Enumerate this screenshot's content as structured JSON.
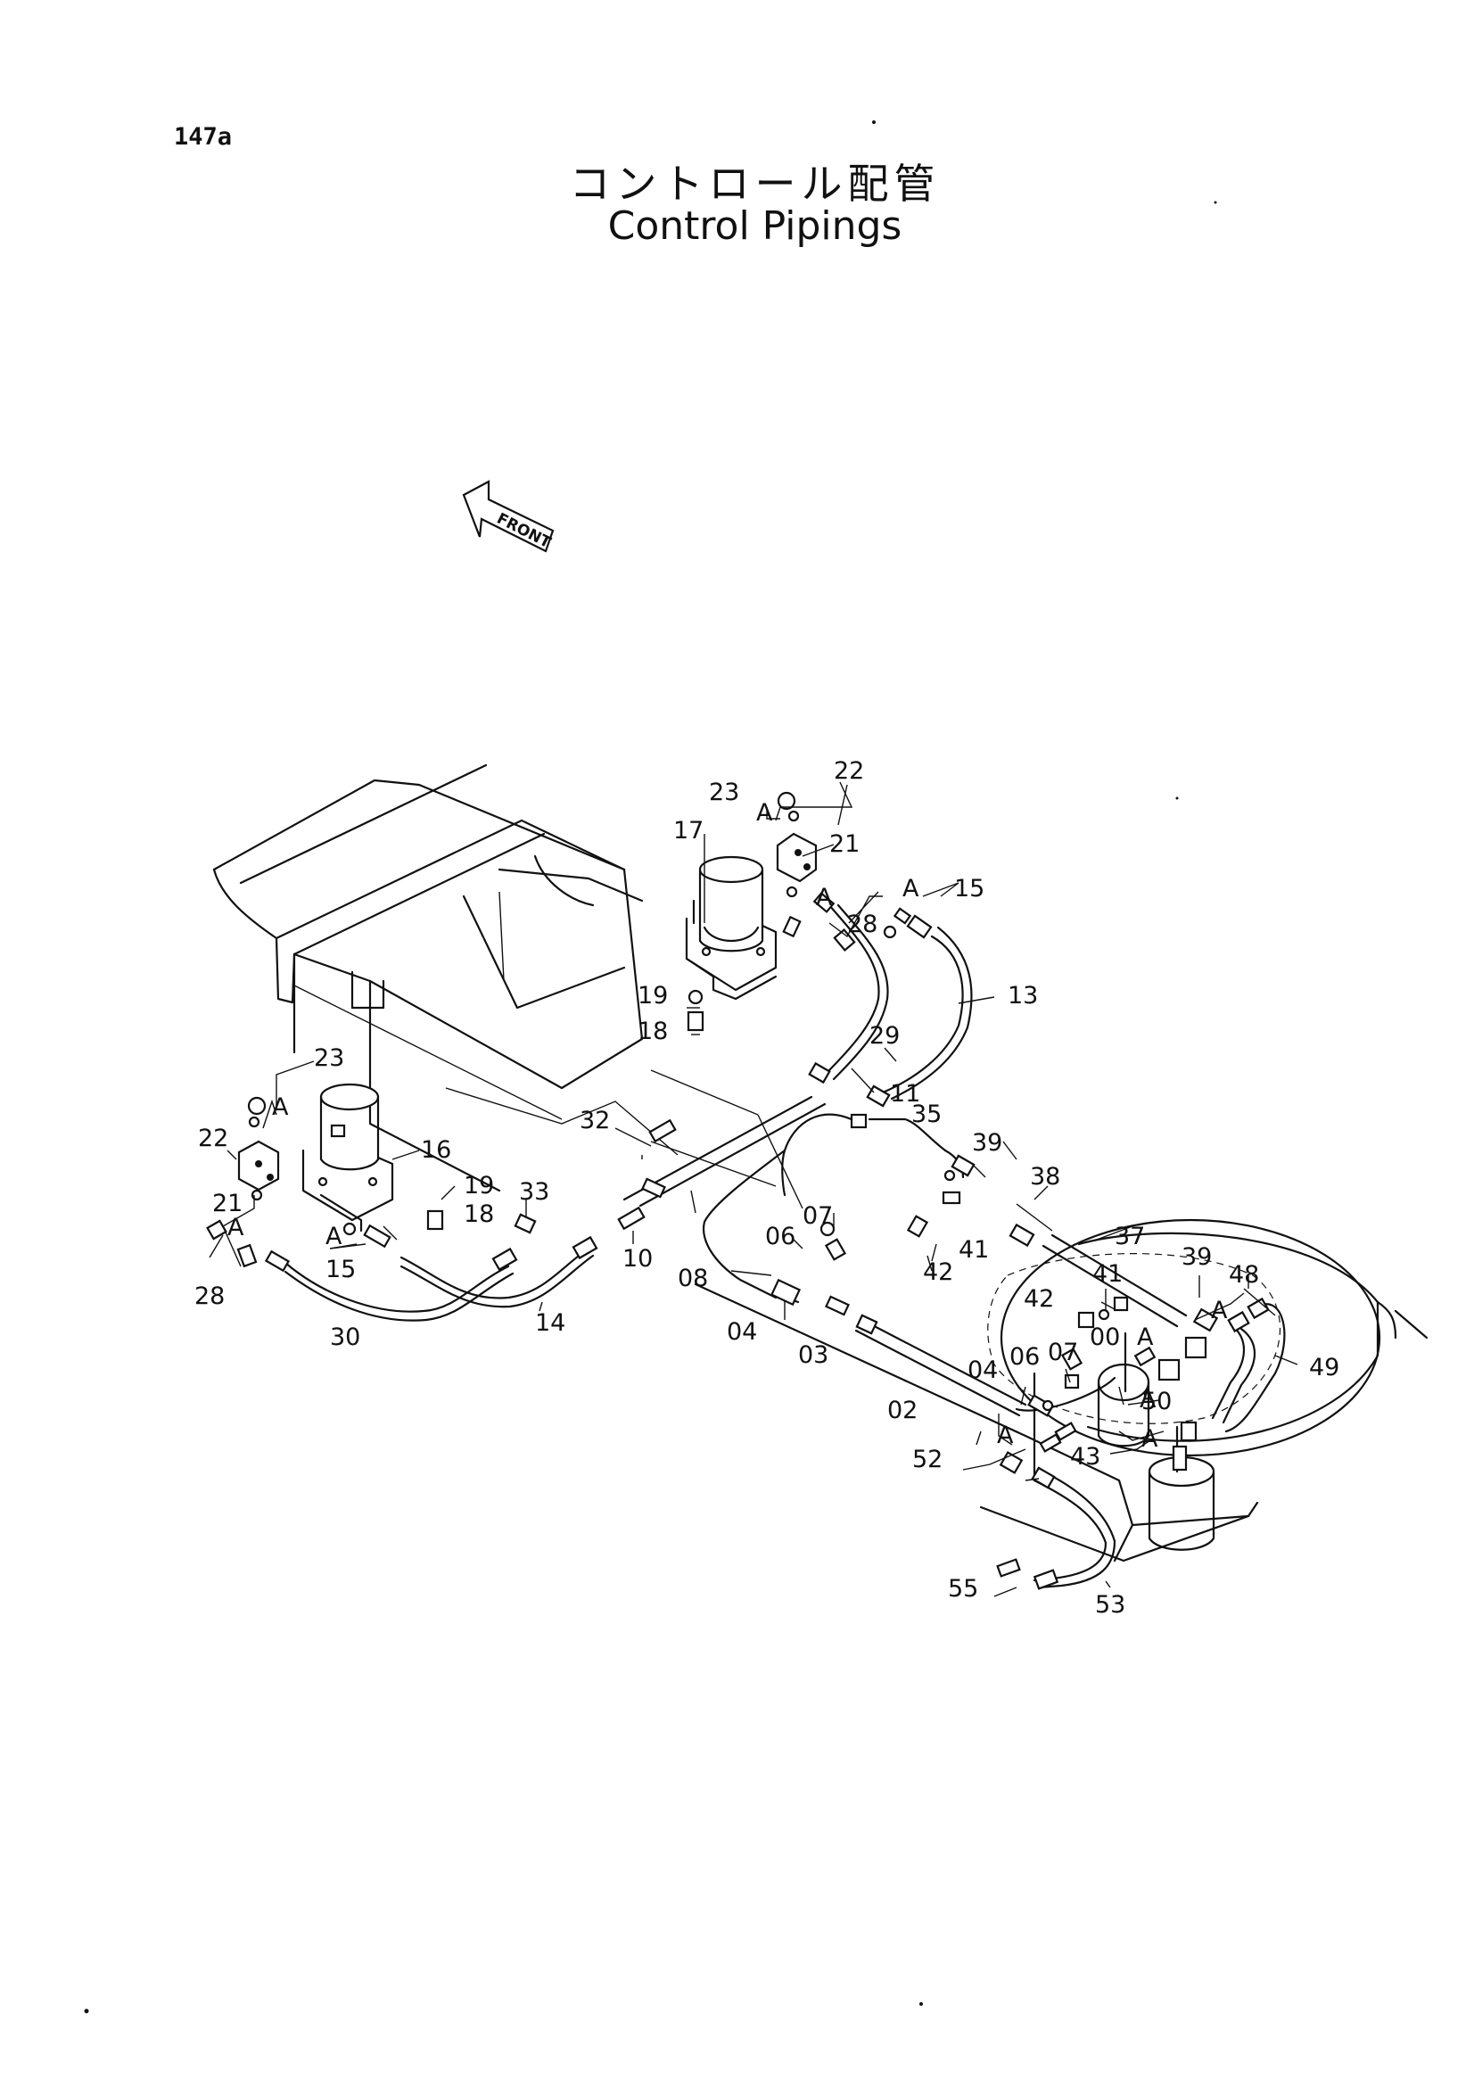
{
  "page": {
    "id": "147a"
  },
  "title": {
    "japanese": "コントロール配管",
    "english": "Control Pipings"
  },
  "front_marker": "FRONT",
  "detail_mark": "A",
  "callouts": [
    "22",
    "23",
    "17",
    "21",
    "15",
    "28",
    "13",
    "19",
    "18",
    "29",
    "11",
    "23",
    "22",
    "16",
    "21",
    "19",
    "18",
    "33",
    "28",
    "15",
    "30",
    "14",
    "32",
    "10",
    "35",
    "39",
    "38",
    "07",
    "06",
    "08",
    "04",
    "03",
    "42",
    "41",
    "37",
    "02",
    "39",
    "48",
    "41",
    "42",
    "00",
    "06",
    "07",
    "04",
    "49",
    "50",
    "43",
    "52",
    "55",
    "53"
  ]
}
